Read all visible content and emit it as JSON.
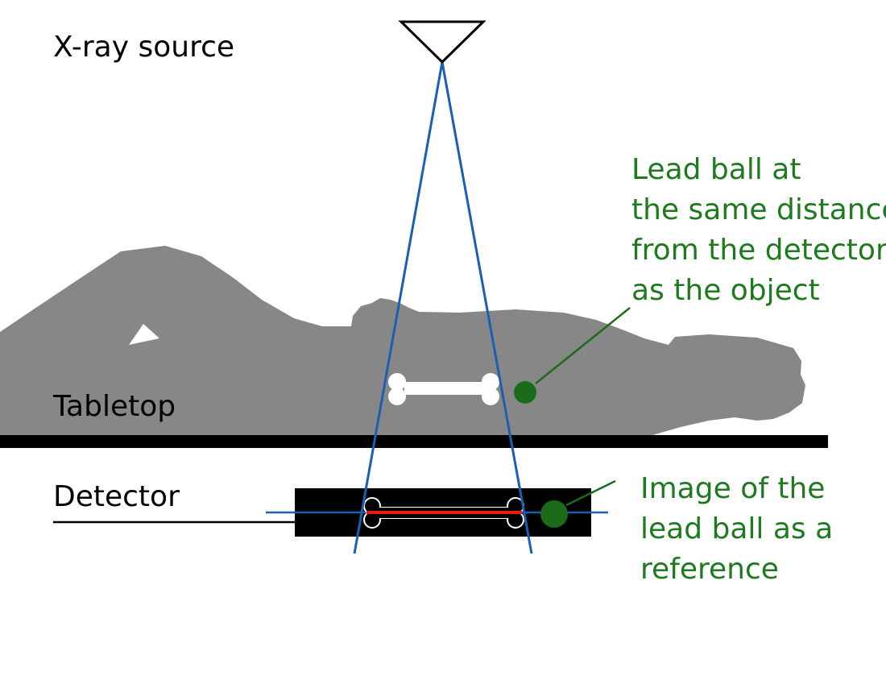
{
  "labels": {
    "xray_source": "X-ray source",
    "tabletop": "Tabletop",
    "detector": "Detector",
    "lead_ball": [
      "Lead ball at",
      "the same distance",
      "from the detector",
      "as the object"
    ],
    "lead_image": [
      "Image of the",
      "lead ball as a",
      "reference"
    ]
  },
  "colors": {
    "body": "#878787",
    "beam": "#1a5fb4",
    "lead": "#1a6b1a",
    "label_green": "#1e7a1e",
    "measure": "#e8190f",
    "table": "#000000",
    "detector": "#000000"
  },
  "icons": {
    "source": "inverted-triangle-icon",
    "object": "bone-icon",
    "reference": "lead-ball-icon"
  }
}
